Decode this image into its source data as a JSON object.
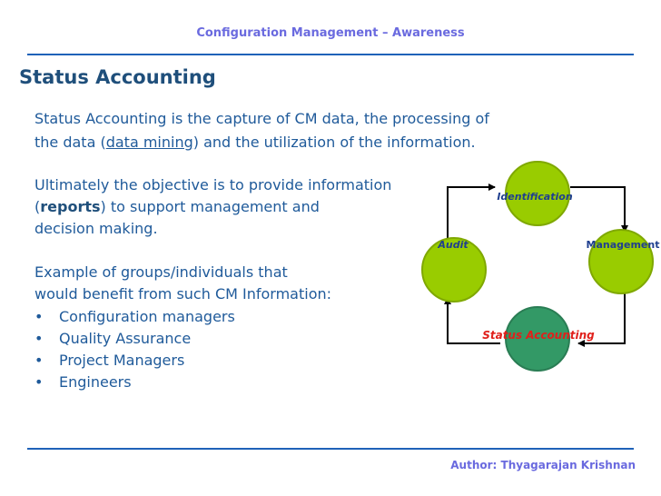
{
  "header": {
    "title": "Configuration Management – Awareness"
  },
  "slide": {
    "title": "Status Accounting"
  },
  "paragraphs": {
    "p1_line1": "Status Accounting is the capture of CM data, the processing of",
    "p1_line2_before": "the data (",
    "p1_link": "data mining",
    "p1_line2_after": ") and the utilization of the information.",
    "p2_line1": "Ultimately the objective is to provide information",
    "p2_line2_before": "(",
    "p2_bold": "reports",
    "p2_line2_after": ") to support management and",
    "p2_line3": "decision making.",
    "p3_line1": "Example of groups/individuals that",
    "p3_line2": "would benefit from such CM Information:"
  },
  "bullets": [
    "Configuration managers",
    "Quality Assurance",
    "Project Managers",
    "Engineers"
  ],
  "diagram": {
    "nodes": {
      "identification": "Identification",
      "management": "Management",
      "status_accounting": "Status Accounting",
      "audit": "Audit"
    },
    "colors": {
      "light_green": "#99cc00",
      "dark_green": "#339966",
      "highlight_red": "#e0201b"
    }
  },
  "footer": {
    "author": "Author: Thyagarajan Krishnan"
  }
}
